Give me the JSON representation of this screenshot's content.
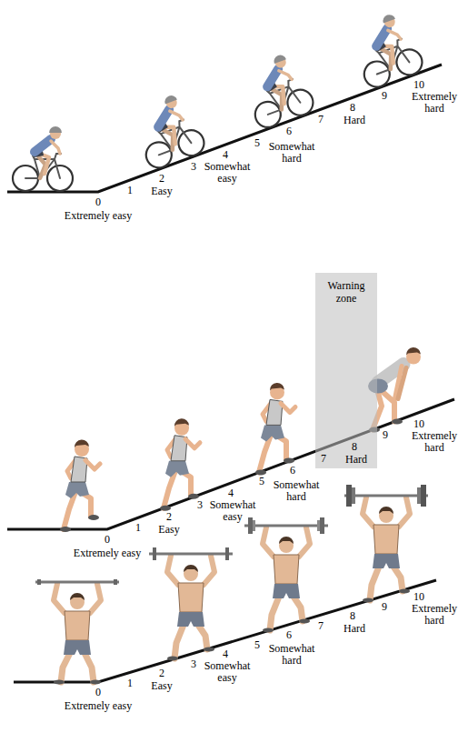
{
  "diagram": {
    "nodes": [
      {
        "text": [
          "Warning zone"
        ]
      }
    ],
    "labels": [
      "0",
      "Extremely easy",
      "1",
      "2",
      "Easy",
      "3",
      "4",
      "Somewhat easy",
      "5",
      "Somewhat hard",
      "6",
      "7",
      "8",
      "Hard",
      "9",
      "10",
      "Extremely hard",
      "0",
      "Extremely easy",
      "1",
      "2",
      "Easy",
      "3",
      "4",
      "Somewhat easy",
      "5",
      "Somewhat hard",
      "6",
      "7",
      "8",
      "Hard",
      "9",
      "10",
      "Extremely hard",
      "0",
      "Extremely easy",
      "1",
      "2",
      "Easy",
      "3",
      "4",
      "Somewhat easy",
      "5",
      "Somewhat hard",
      "6",
      "7",
      "8",
      "Hard",
      "9",
      "10",
      "Extremely hard"
    ]
  }
}
